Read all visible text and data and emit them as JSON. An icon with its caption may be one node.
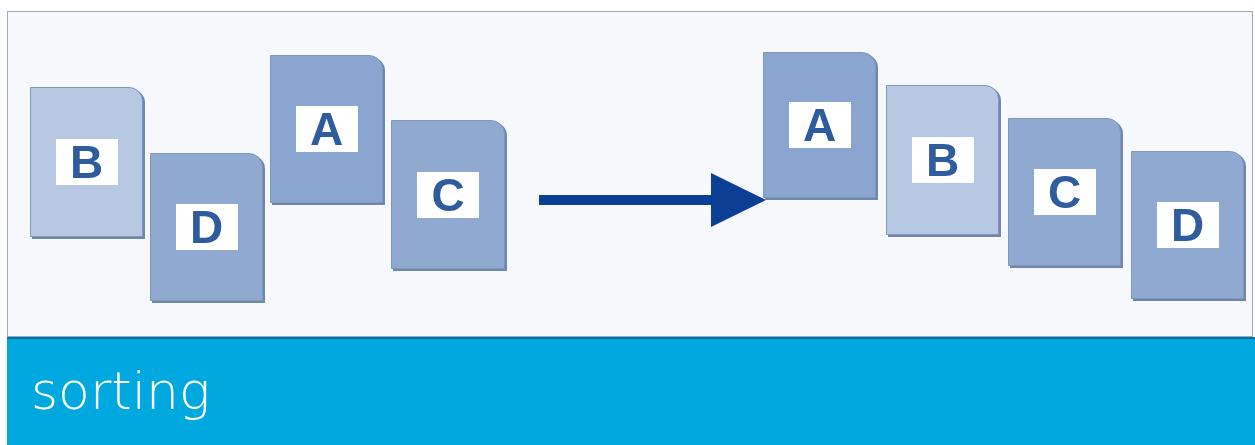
{
  "diagram": {
    "caption": "sorting",
    "nodes": [
      {
        "text": [
          "B"
        ]
      },
      {
        "text": [
          "D"
        ]
      },
      {
        "text": [
          "A"
        ]
      },
      {
        "text": [
          "C"
        ]
      },
      {
        "text": [
          "A"
        ]
      },
      {
        "text": [
          "B"
        ]
      },
      {
        "text": [
          "C"
        ]
      },
      {
        "text": [
          "D"
        ]
      }
    ],
    "edges": [
      {
        "from": 3,
        "to": 4,
        "arrow": "to"
      }
    ]
  }
}
